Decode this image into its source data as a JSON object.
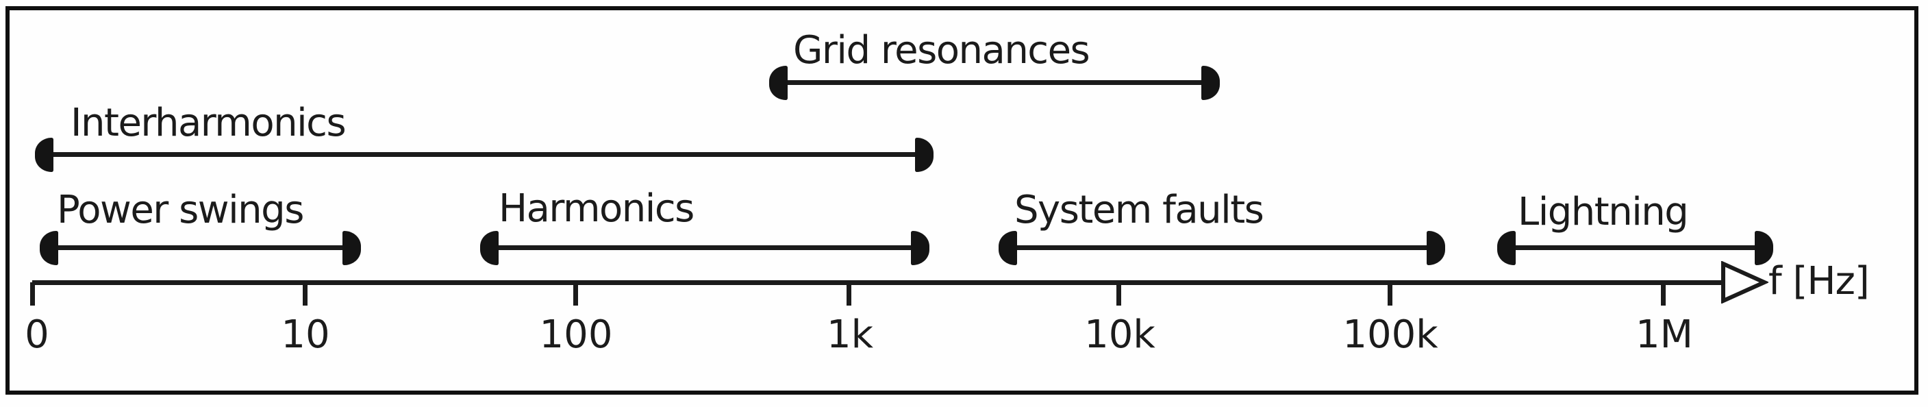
{
  "figure": {
    "description": "Frequency ranges of power-system phenomena on a logarithmic frequency axis"
  },
  "axis": {
    "label": "f [Hz]",
    "unit": "Hz",
    "scale": "logarithmic",
    "ticks": [
      "0",
      "10",
      "100",
      "1k",
      "10k",
      "100k",
      "1M"
    ]
  },
  "bands": [
    {
      "label": "Grid resonances",
      "approx_range_hz": [
        550,
        22000
      ]
    },
    {
      "label": "Interharmonics",
      "approx_range_hz": [
        0,
        2000
      ]
    },
    {
      "label": "Power swings",
      "approx_range_hz": [
        0,
        15
      ]
    },
    {
      "label": "Harmonics",
      "approx_range_hz": [
        50,
        2000
      ]
    },
    {
      "label": "System faults",
      "approx_range_hz": [
        4000,
        160000
      ]
    },
    {
      "label": "Lightning",
      "approx_range_hz": [
        270000,
        2500000
      ]
    }
  ],
  "colors": {
    "ink": "#1b1b1b",
    "background": "#fefefe"
  }
}
